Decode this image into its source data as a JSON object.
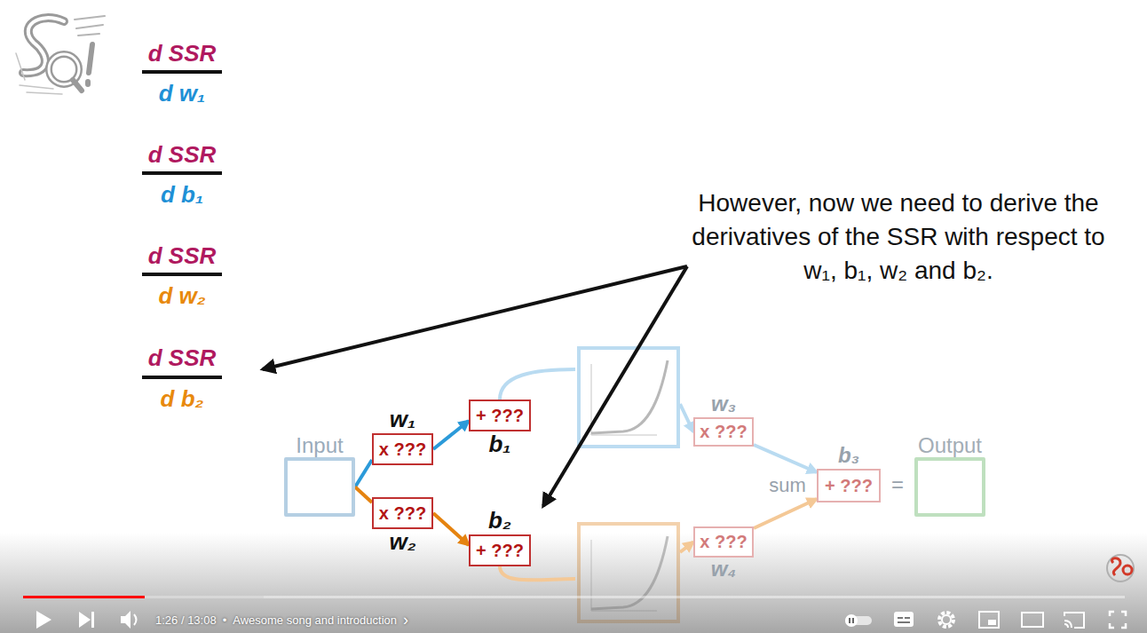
{
  "diagram": {
    "nodes": [
      {
        "text": [
          "Input"
        ]
      },
      {
        "text": [
          "w₁",
          "x ???"
        ]
      },
      {
        "text": [
          "+ ???",
          "b₁"
        ]
      },
      {
        "text": [
          "x ???",
          "w₂"
        ]
      },
      {
        "text": [
          "b₂",
          "+ ???"
        ]
      },
      {
        "text": [
          "w₃",
          "x ???"
        ]
      },
      {
        "text": [
          "x ???",
          "w₄"
        ]
      },
      {
        "text": [
          "b₃",
          "+ ???"
        ]
      },
      {
        "text": [
          "Output"
        ]
      }
    ],
    "edges": [
      {
        "from": 0,
        "to": 1,
        "arrow": "none"
      },
      {
        "from": 1,
        "to": 2,
        "arrow": "to"
      },
      {
        "from": 0,
        "to": 3,
        "arrow": "none"
      },
      {
        "from": 3,
        "to": 4,
        "arrow": "to"
      },
      {
        "from": 2,
        "to": 5,
        "arrow": "to"
      },
      {
        "from": 4,
        "to": 6,
        "arrow": "to"
      },
      {
        "from": 5,
        "to": 7,
        "arrow": "to"
      },
      {
        "from": 6,
        "to": 7,
        "arrow": "to"
      }
    ],
    "labels": [
      "d SSR",
      "d w₁",
      "d SSR",
      "d b₁",
      "d SSR",
      "d w₂",
      "d SSR",
      "d b₂",
      "However, now we need to derive the derivatives of the SSR with respect to w₁, b₁, w₂ and b₂.",
      "sum",
      "=",
      "1:26 / 13:08",
      "•",
      "Awesome song and introduction",
      "›"
    ]
  }
}
